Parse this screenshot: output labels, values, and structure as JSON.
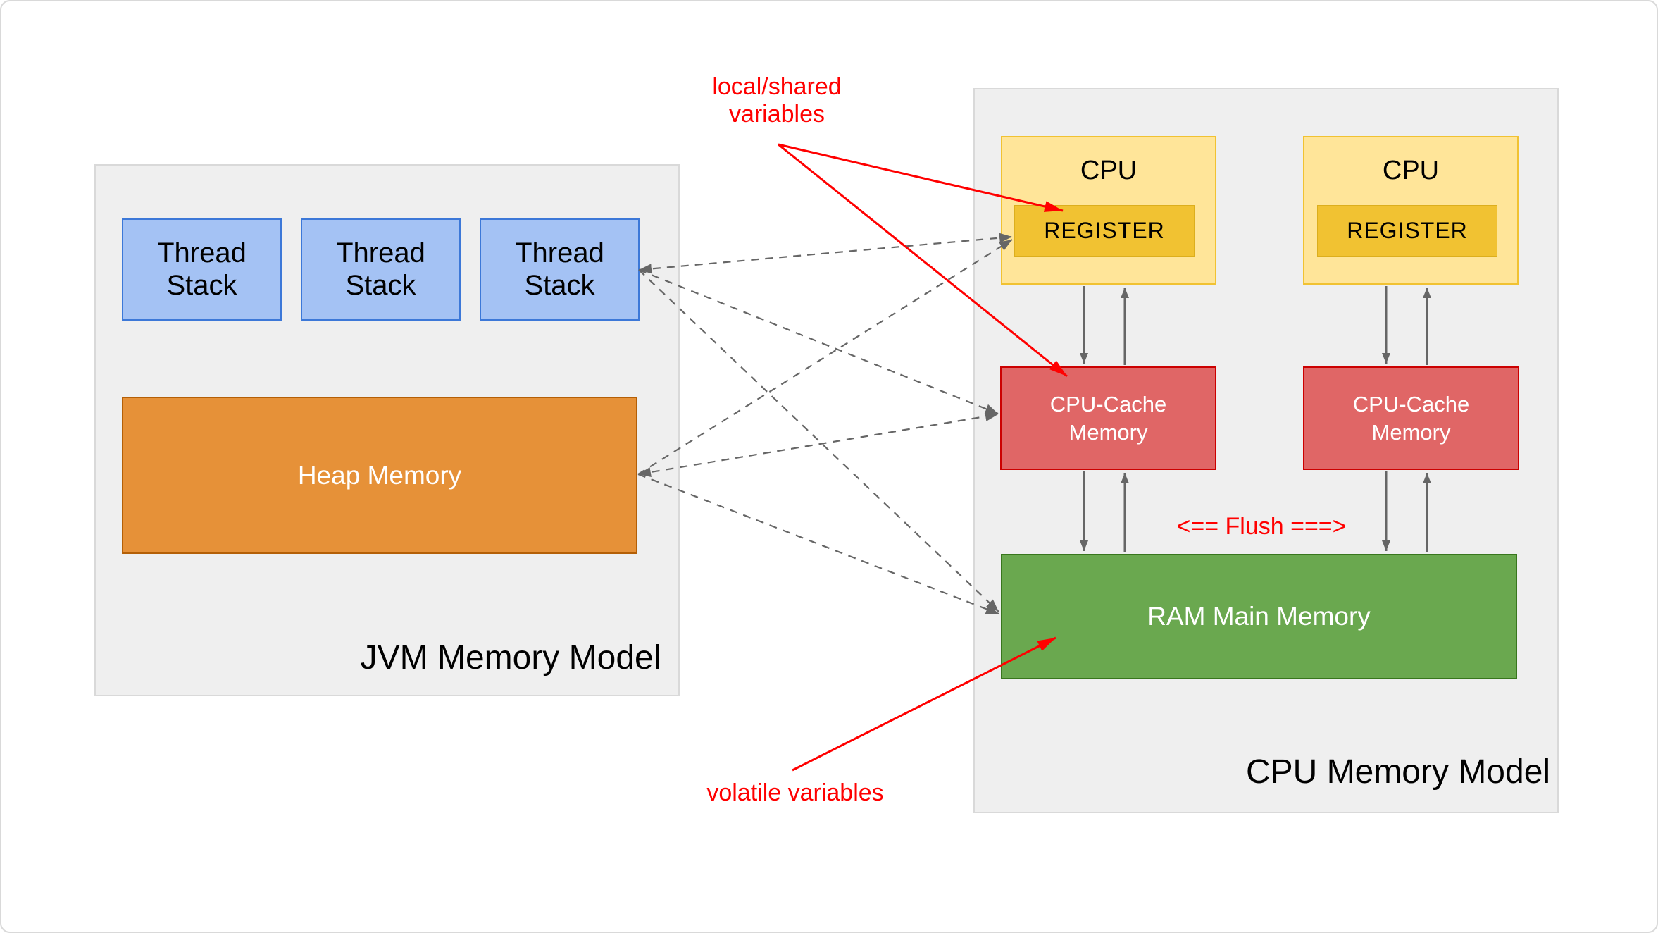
{
  "jvm": {
    "title": "JVM Memory Model",
    "threads": [
      {
        "label": "Thread Stack"
      },
      {
        "label": "Thread Stack"
      },
      {
        "label": "Thread Stack"
      }
    ],
    "heap_label": "Heap Memory"
  },
  "cpu": {
    "title": "CPU Memory Model",
    "units": [
      {
        "cpu_label": "CPU",
        "register_label": "REGISTER",
        "cache_label": "CPU-Cache\nMemory"
      },
      {
        "cpu_label": "CPU",
        "register_label": "REGISTER",
        "cache_label": "CPU-Cache\nMemory"
      }
    ],
    "ram_label": "RAM Main Memory"
  },
  "annotations": {
    "local_shared": "local/shared\nvariables",
    "volatile": "volatile variables",
    "flush": "<== Flush ===>"
  },
  "colors": {
    "panel_bg": "#efefef",
    "panel_border": "#d9d9d9",
    "thread_bg": "#a4c2f4",
    "thread_border": "#3c78d8",
    "heap_bg": "#e69138",
    "heap_border": "#b45f06",
    "cpu_bg": "#ffe599",
    "cpu_border": "#f1c232",
    "register_bg": "#f1c232",
    "register_border": "#dcae1d",
    "cache_bg": "#e06666",
    "cache_border": "#cc0000",
    "ram_bg": "#6aa84f",
    "ram_border": "#38761d",
    "arrow_gray": "#666666",
    "accent_red": "#ff0000",
    "text_dark": "#000000",
    "text_light": "#ffffff",
    "page_border": "#d9d9d9"
  }
}
